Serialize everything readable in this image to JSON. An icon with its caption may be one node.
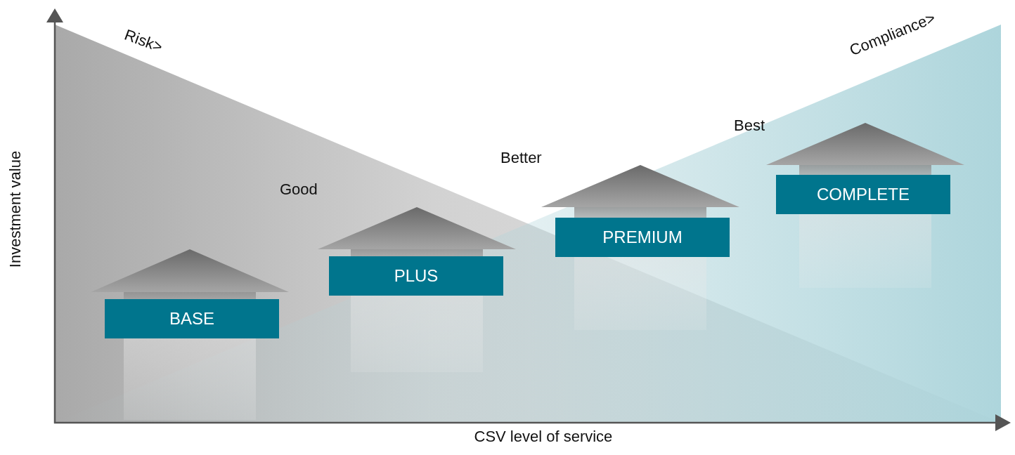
{
  "diagram": {
    "nodes": [
      {
        "text": [
          "BASE"
        ]
      },
      {
        "text": [
          "PLUS"
        ]
      },
      {
        "text": [
          "PREMIUM"
        ]
      },
      {
        "text": [
          "COMPLETE"
        ]
      }
    ],
    "edges": [],
    "labels": [
      "Risk>",
      "Compliance>",
      "Best",
      "Better",
      "Good",
      "Investment value",
      "CSV level of service"
    ]
  }
}
